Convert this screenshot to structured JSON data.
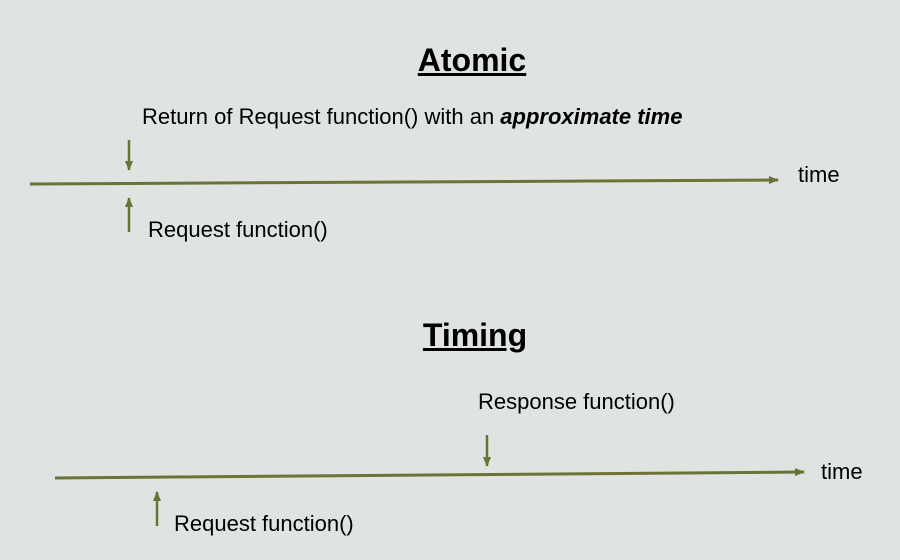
{
  "colors": {
    "background": "#dfe4e2",
    "line": "#6b7236"
  },
  "atomic": {
    "title": "Atomic",
    "return_label_prefix": "Return of Request function() with an ",
    "return_label_emphasis": "approximate time",
    "request_label": "Request function()",
    "axis_label": "time"
  },
  "timing": {
    "title": "Timing",
    "response_label": "Response function()",
    "request_label": "Request function()",
    "axis_label": "time"
  }
}
